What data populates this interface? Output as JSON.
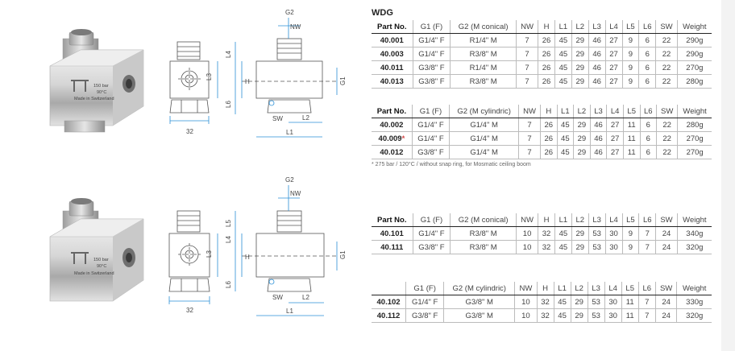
{
  "title": "WDG",
  "columns": [
    "Part No.",
    "G1 (F)",
    "G2 (M conical)",
    "NW",
    "H",
    "L1",
    "L2",
    "L3",
    "L4",
    "L5",
    "L6",
    "SW",
    "Weight"
  ],
  "columns_cyl": [
    "Part No.",
    "G1 (F)",
    "G2 (M cylindric)",
    "NW",
    "H",
    "L1",
    "L2",
    "L3",
    "L4",
    "L5",
    "L6",
    "SW",
    "Weight"
  ],
  "tables": [
    {
      "header": [
        "Part No.",
        "G1 (F)",
        "G2 (M conical)",
        "NW",
        "H",
        "L1",
        "L2",
        "L3",
        "L4",
        "L5",
        "L6",
        "SW",
        "Weight"
      ],
      "rows": [
        [
          "40.001",
          "G1/4\" F",
          "R1/4\" M",
          "7",
          "26",
          "45",
          "29",
          "46",
          "27",
          "9",
          "6",
          "22",
          "290g"
        ],
        [
          "40.003",
          "G1/4\" F",
          "R3/8\" M",
          "7",
          "26",
          "45",
          "29",
          "46",
          "27",
          "9",
          "6",
          "22",
          "290g"
        ],
        [
          "40.011",
          "G3/8\" F",
          "R1/4\" M",
          "7",
          "26",
          "45",
          "29",
          "46",
          "27",
          "9",
          "6",
          "22",
          "270g"
        ],
        [
          "40.013",
          "G3/8\" F",
          "R3/8\" M",
          "7",
          "26",
          "45",
          "29",
          "46",
          "27",
          "9",
          "6",
          "22",
          "280g"
        ]
      ]
    },
    {
      "header": [
        "Part No.",
        "G1 (F)",
        "G2 (M cylindric)",
        "NW",
        "H",
        "L1",
        "L2",
        "L3",
        "L4",
        "L5",
        "L6",
        "SW",
        "Weight"
      ],
      "rows": [
        [
          "40.002",
          "G1/4\" F",
          "G1/4\" M",
          "7",
          "26",
          "45",
          "29",
          "46",
          "27",
          "11",
          "6",
          "22",
          "280g"
        ],
        [
          "40.009",
          "G1/4\" F",
          "G1/4\" M",
          "7",
          "26",
          "45",
          "29",
          "46",
          "27",
          "11",
          "6",
          "22",
          "270g"
        ],
        [
          "40.012",
          "G3/8\" F",
          "G1/4\" M",
          "7",
          "26",
          "45",
          "29",
          "46",
          "27",
          "11",
          "6",
          "22",
          "270g"
        ]
      ],
      "star_marker": "*"
    },
    {
      "header": [
        "Part No.",
        "G1 (F)",
        "G2 (M conical)",
        "NW",
        "H",
        "L1",
        "L2",
        "L3",
        "L4",
        "L5",
        "L6",
        "SW",
        "Weight"
      ],
      "rows": [
        [
          "40.101",
          "G1/4\" F",
          "R3/8\" M",
          "10",
          "32",
          "45",
          "29",
          "53",
          "30",
          "9",
          "7",
          "24",
          "340g"
        ],
        [
          "40.111",
          "G3/8\" F",
          "R3/8\" M",
          "10",
          "32",
          "45",
          "29",
          "53",
          "30",
          "9",
          "7",
          "24",
          "320g"
        ]
      ]
    },
    {
      "header": [
        "",
        "G1 (F)",
        "G2 (M cylindric)",
        "NW",
        "H",
        "L1",
        "L2",
        "L3",
        "L4",
        "L5",
        "L6",
        "SW",
        "Weight"
      ],
      "rows": [
        [
          "40.102",
          "G1/4\" F",
          "G3/8\" M",
          "10",
          "32",
          "45",
          "29",
          "53",
          "30",
          "11",
          "7",
          "24",
          "330g"
        ],
        [
          "40.112",
          "G3/8\" F",
          "G3/8\" M",
          "10",
          "32",
          "45",
          "29",
          "53",
          "30",
          "11",
          "7",
          "24",
          "320g"
        ]
      ]
    }
  ],
  "footnote": "* 275 bar / 120°C / without snap ring, for Mosmatic ceiling boom",
  "product_marking": {
    "line1": "150 bar",
    "line2": "90°C",
    "line3": "Made in Switzerland"
  },
  "drawing_labels": {
    "g1": "G1",
    "g2": "G2",
    "nw": "NW",
    "h": "H",
    "l1": "L1",
    "l2": "L2",
    "l3": "L3",
    "l4": "L4",
    "l5": "L5",
    "l6": "L6",
    "sw": "SW",
    "width": "32"
  },
  "colors": {
    "accent_dimension": "#2a8fd6",
    "star": "#d34b4b"
  }
}
